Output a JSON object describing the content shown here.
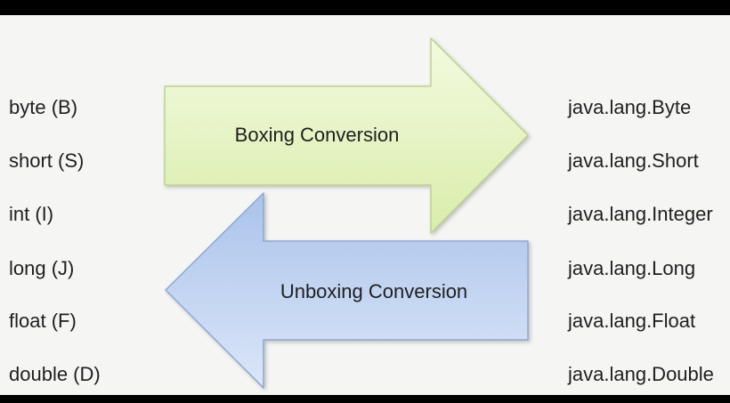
{
  "primitives": [
    "byte (B)",
    "short (S)",
    "int (I)",
    "long (J)",
    "float (F)",
    "double (D)"
  ],
  "wrappers": [
    "java.lang.Byte",
    "java.lang.Short",
    "java.lang.Integer",
    "java.lang.Long",
    "java.lang.Float",
    "java.lang.Double"
  ],
  "arrows": {
    "boxing_label": "Boxing Conversion",
    "unboxing_label": "Unboxing Conversion"
  },
  "colors": {
    "background": "#f5f5f4",
    "letterbox": "#000000",
    "text": "#1f1f1f",
    "boxing_fill_top": "#f3fae0",
    "boxing_fill_bottom": "#d9edaa",
    "boxing_stroke": "#bcd48e",
    "unboxing_fill_top": "#aac3eb",
    "unboxing_fill_bottom": "#dbe6f8",
    "unboxing_stroke": "#8da8d4"
  }
}
